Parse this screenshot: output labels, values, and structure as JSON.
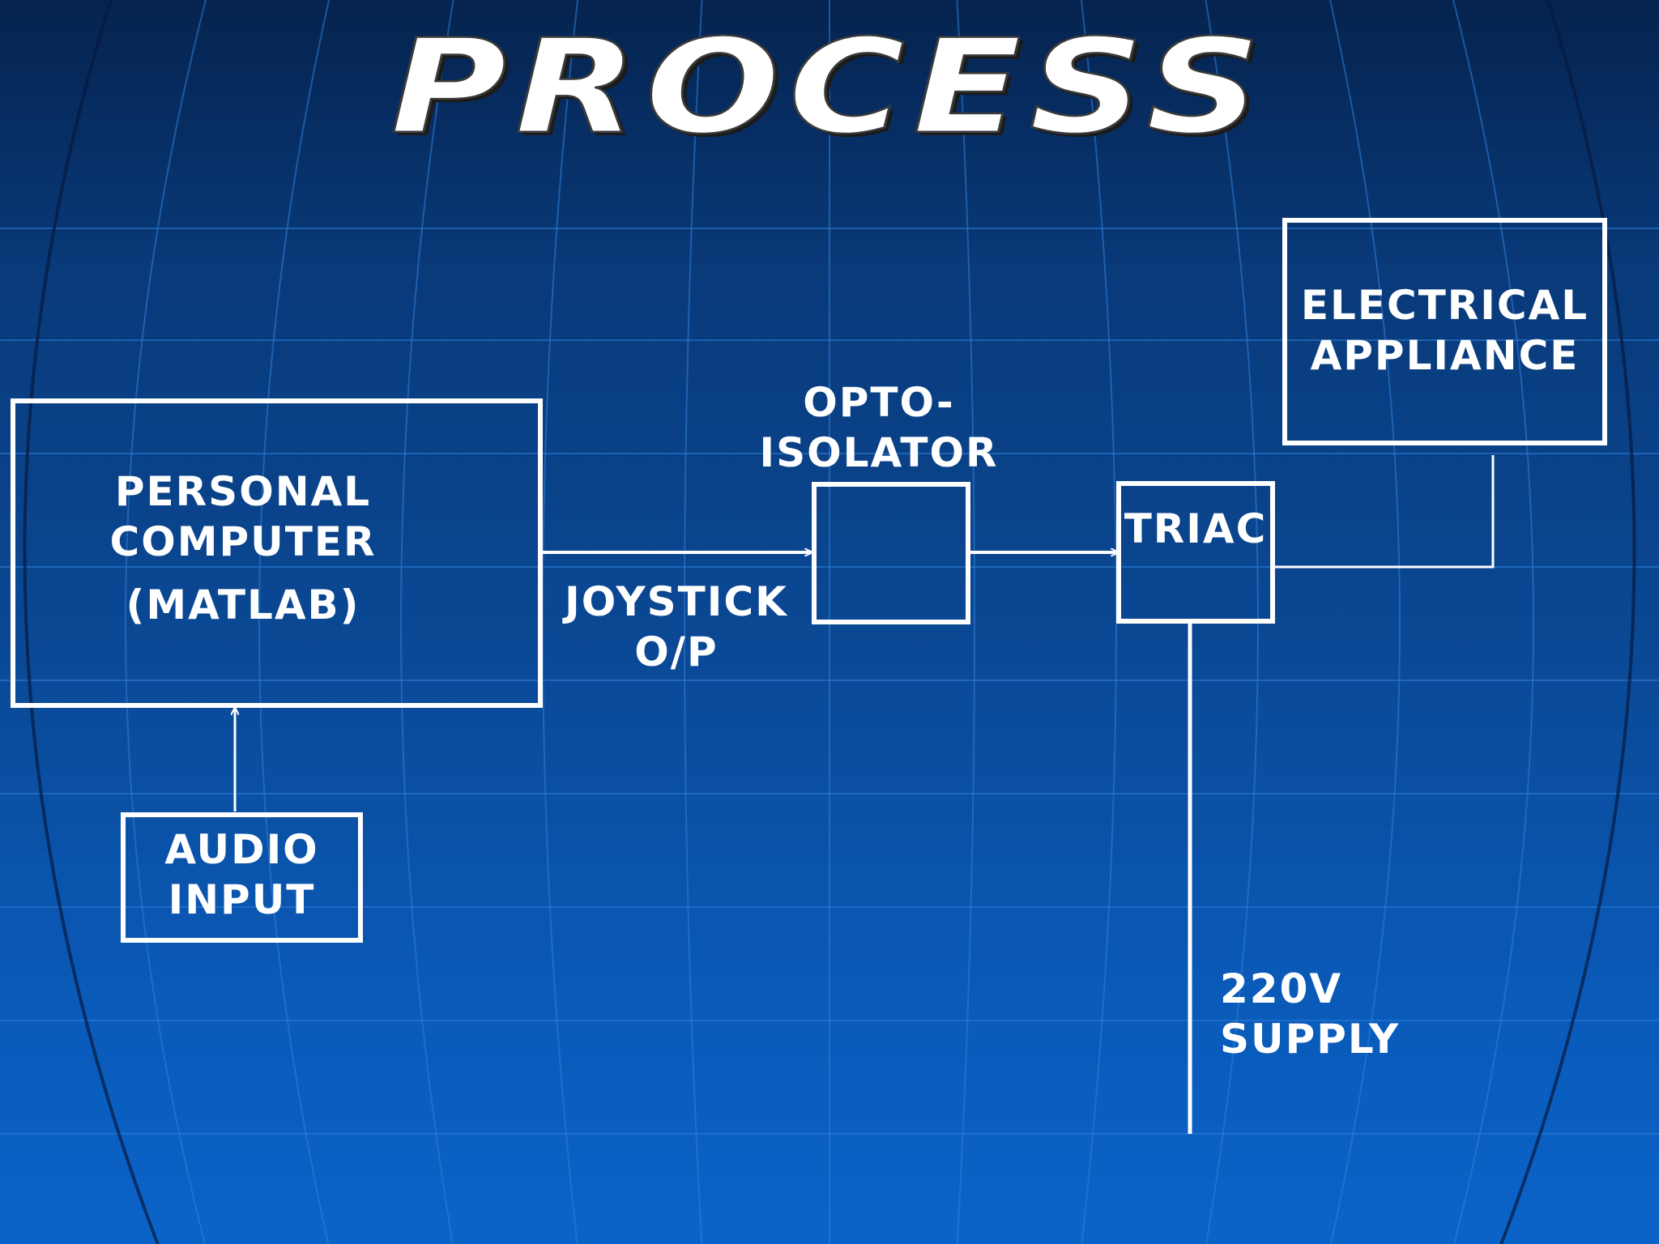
{
  "title": "PROCESS",
  "colors": {
    "background_top": "#05234f",
    "background_bottom": "#0b63c9",
    "foreground": "#ffffff",
    "grid": "#2f7fd8"
  },
  "blocks": {
    "pc": {
      "line1": "PERSONAL",
      "line2": "COMPUTER",
      "line3": "(MATLAB)"
    },
    "opto": {
      "line1": "OPTO-",
      "line2": "ISOLATOR"
    },
    "triac": {
      "label": "TRIAC"
    },
    "appliance": {
      "line1": "ELECTRICAL",
      "line2": "APPLIANCE"
    },
    "audio": {
      "line1": "AUDIO",
      "line2": "INPUT"
    }
  },
  "labels": {
    "joystick_line1": "JOYSTICK",
    "joystick_line2": "O/P",
    "supply_line1": "220V",
    "supply_line2": "SUPPLY"
  }
}
